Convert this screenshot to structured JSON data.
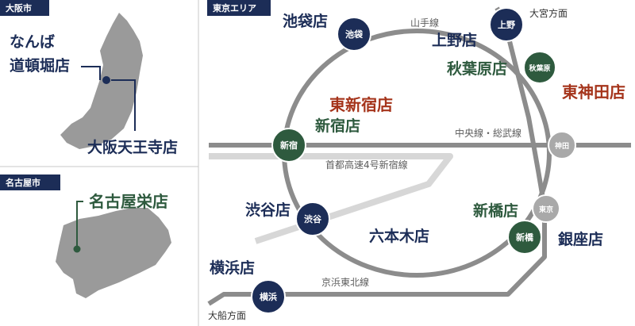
{
  "panels": {
    "osaka": {
      "tag": "大阪市"
    },
    "nagoya": {
      "tag": "名古屋市"
    },
    "tokyo": {
      "tag": "東京エリア"
    }
  },
  "stores": {
    "namba_line1": "なんば",
    "namba_line2": "道頓堀店",
    "osaka_tennoji": "大阪天王寺店",
    "nagoya_sakae": "名古屋栄店",
    "ikebukuro": "池袋店",
    "ueno": "上野店",
    "akihabara": "秋葉原店",
    "higashi_kanda": "東神田店",
    "higashi_shinjuku": "東新宿店",
    "shinjuku": "新宿店",
    "shibuya": "渋谷店",
    "roppongi": "六本木店",
    "shinbashi": "新橋店",
    "ginza": "銀座店",
    "yokohama": "横浜店"
  },
  "stations": {
    "ikebukuro": "池袋",
    "ueno": "上野",
    "akihabara": "秋葉原",
    "shinjuku": "新宿",
    "kanda": "神田",
    "tokyo": "東京",
    "shibuya": "渋谷",
    "shinbashi": "新橋",
    "yokohama": "横浜"
  },
  "lines": {
    "yamanote": "山手線",
    "chuo_sobu": "中央線・総武線",
    "shuto": "首都高速4号新宿線",
    "keihin_tohoku": "京浜東北線"
  },
  "directions": {
    "omiya": "大宮方面",
    "ofuna": "大船方面"
  },
  "colors": {
    "navy": "#1c2d57",
    "green": "#2e5a3e",
    "red": "#a5341b",
    "line_gray": "#8c8c8c",
    "highway_gray": "#d7d7d7",
    "map_gray": "#9a9a9a"
  }
}
